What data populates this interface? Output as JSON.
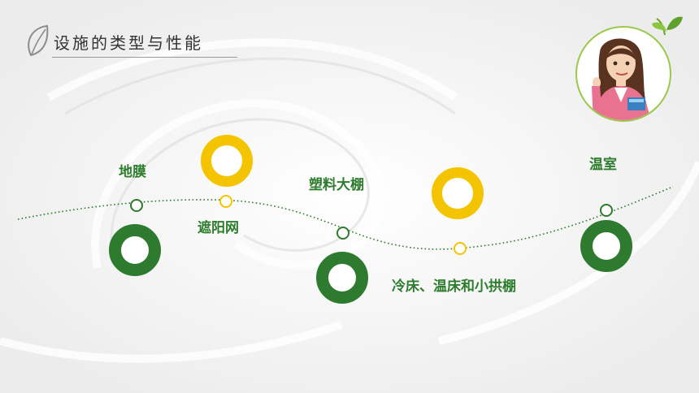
{
  "title": "设施的类型与性能",
  "colors": {
    "green": "#2e7a2e",
    "yellow": "#f5c400",
    "label": "#2e7d2e"
  },
  "facilities": [
    {
      "label": "地膜",
      "ring": "green"
    },
    {
      "label": "遮阳网",
      "ring": "yellow"
    },
    {
      "label": "塑料大棚",
      "ring": "green"
    },
    {
      "label": "冷床、温床和小拱棚",
      "ring": "yellow"
    },
    {
      "label": "温室",
      "ring": "green"
    }
  ],
  "icons": {
    "logo": "leaf-icon",
    "avatar": "teacher-avatar",
    "sprout": "sprout-icon"
  }
}
